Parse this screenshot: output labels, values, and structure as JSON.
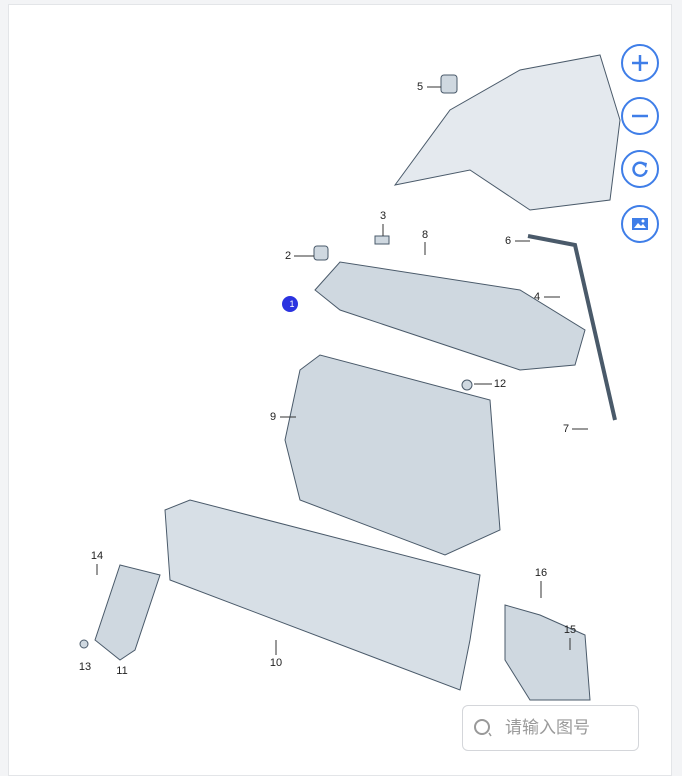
{
  "callouts": [
    {
      "num": "1"
    },
    {
      "num": "2"
    },
    {
      "num": "3"
    },
    {
      "num": "4"
    },
    {
      "num": "5"
    },
    {
      "num": "6"
    },
    {
      "num": "7"
    },
    {
      "num": "8"
    },
    {
      "num": "9"
    },
    {
      "num": "10"
    },
    {
      "num": "11"
    },
    {
      "num": "12"
    },
    {
      "num": "13"
    },
    {
      "num": "14"
    },
    {
      "num": "15"
    },
    {
      "num": "16"
    }
  ],
  "controls": {
    "zoom_in": "zoom-in-icon",
    "zoom_out": "zoom-out-icon",
    "reset": "refresh-icon",
    "image": "image-icon"
  },
  "search": {
    "placeholder": "请输入图号",
    "value": ""
  },
  "colors": {
    "accent": "#3f7ee8",
    "marker": "#2b33e0",
    "part": "#c9d3dc"
  }
}
